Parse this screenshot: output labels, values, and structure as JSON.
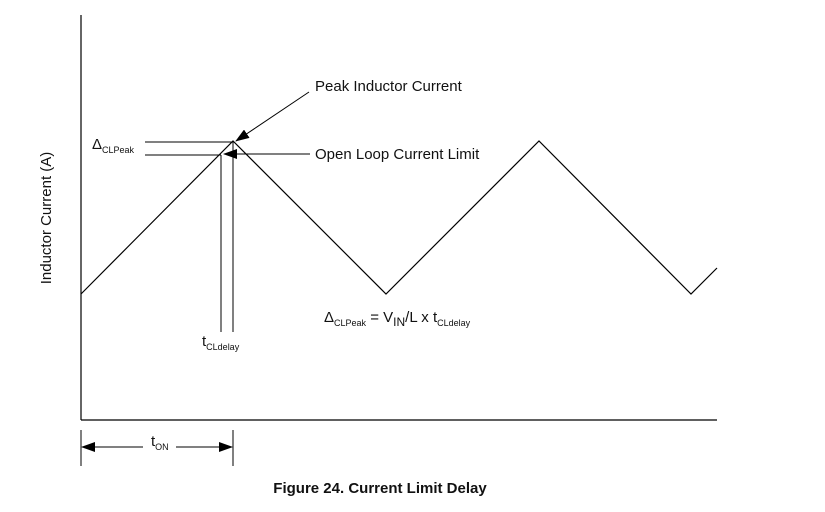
{
  "diagram": {
    "y_axis_label": "Inductor Current (A)",
    "labels": {
      "peak_inductor_current": "Peak Inductor Current",
      "open_loop_current_limit": "Open Loop Current Limit"
    },
    "delta_clpeak": {
      "symbol": "Δ",
      "sub": "CLPeak"
    },
    "t_cldelay": {
      "symbol": "t",
      "sub": "CLdelay"
    },
    "t_on": {
      "symbol": "t",
      "sub": "ON"
    },
    "formula": {
      "delta": "Δ",
      "delta_sub": "CLPeak",
      "eq_v": " = V",
      "v_sub": "IN",
      "mid": "/L x t",
      "t_sub": "CLdelay"
    },
    "caption": "Figure 24.  Current Limit Delay",
    "colors": {
      "line": "#000000",
      "text": "#111111"
    }
  }
}
